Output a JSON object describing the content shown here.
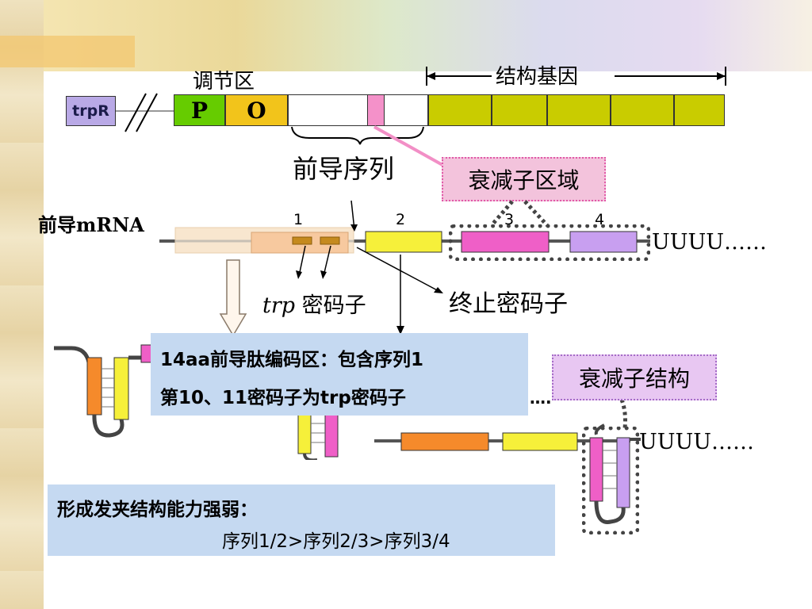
{
  "gene": {
    "regulatory_region": "调节区",
    "structural_genes": "结构基因",
    "trpR": "trpR",
    "promoter": "P",
    "operator": "O",
    "leader_sequence": "前导序列",
    "attenuator_region": "衰减子区域"
  },
  "mrna": {
    "label": "前导mRNA",
    "segment_numbers": [
      "1",
      "2",
      "3",
      "4"
    ],
    "polyU_top": "UUUU……",
    "trp_codons_italic": "trp",
    "trp_codons_rest": " 密码子",
    "stop_codon": "终止密码子"
  },
  "peptide_box": {
    "line1": "14aa前导肽编码区：包含序列1",
    "line2": "第10、11密码子为trp密码子"
  },
  "attenuator_structure": "衰减子结构",
  "polyU_bottom": "UUUU……",
  "dots": "….",
  "hairpin_box": {
    "line1": "形成发夹结构能力强弱：",
    "line2": "序列1/2>序列2/3>序列3/4"
  },
  "colors": {
    "promoter": "#66cc00",
    "operator": "#f2c41b",
    "structural_gene": "#c9cc00",
    "trpR": "#b9a9e6",
    "seg_orange": "#f58a2b",
    "seg_yellow": "#f6f03a",
    "seg_pink": "#ef5fc7",
    "seg_lavender": "#c89ff0",
    "info_box": "#c5d9f1",
    "pink_label_bg": "#f3c3dc",
    "lilac_label_bg": "#e8c7f2"
  }
}
